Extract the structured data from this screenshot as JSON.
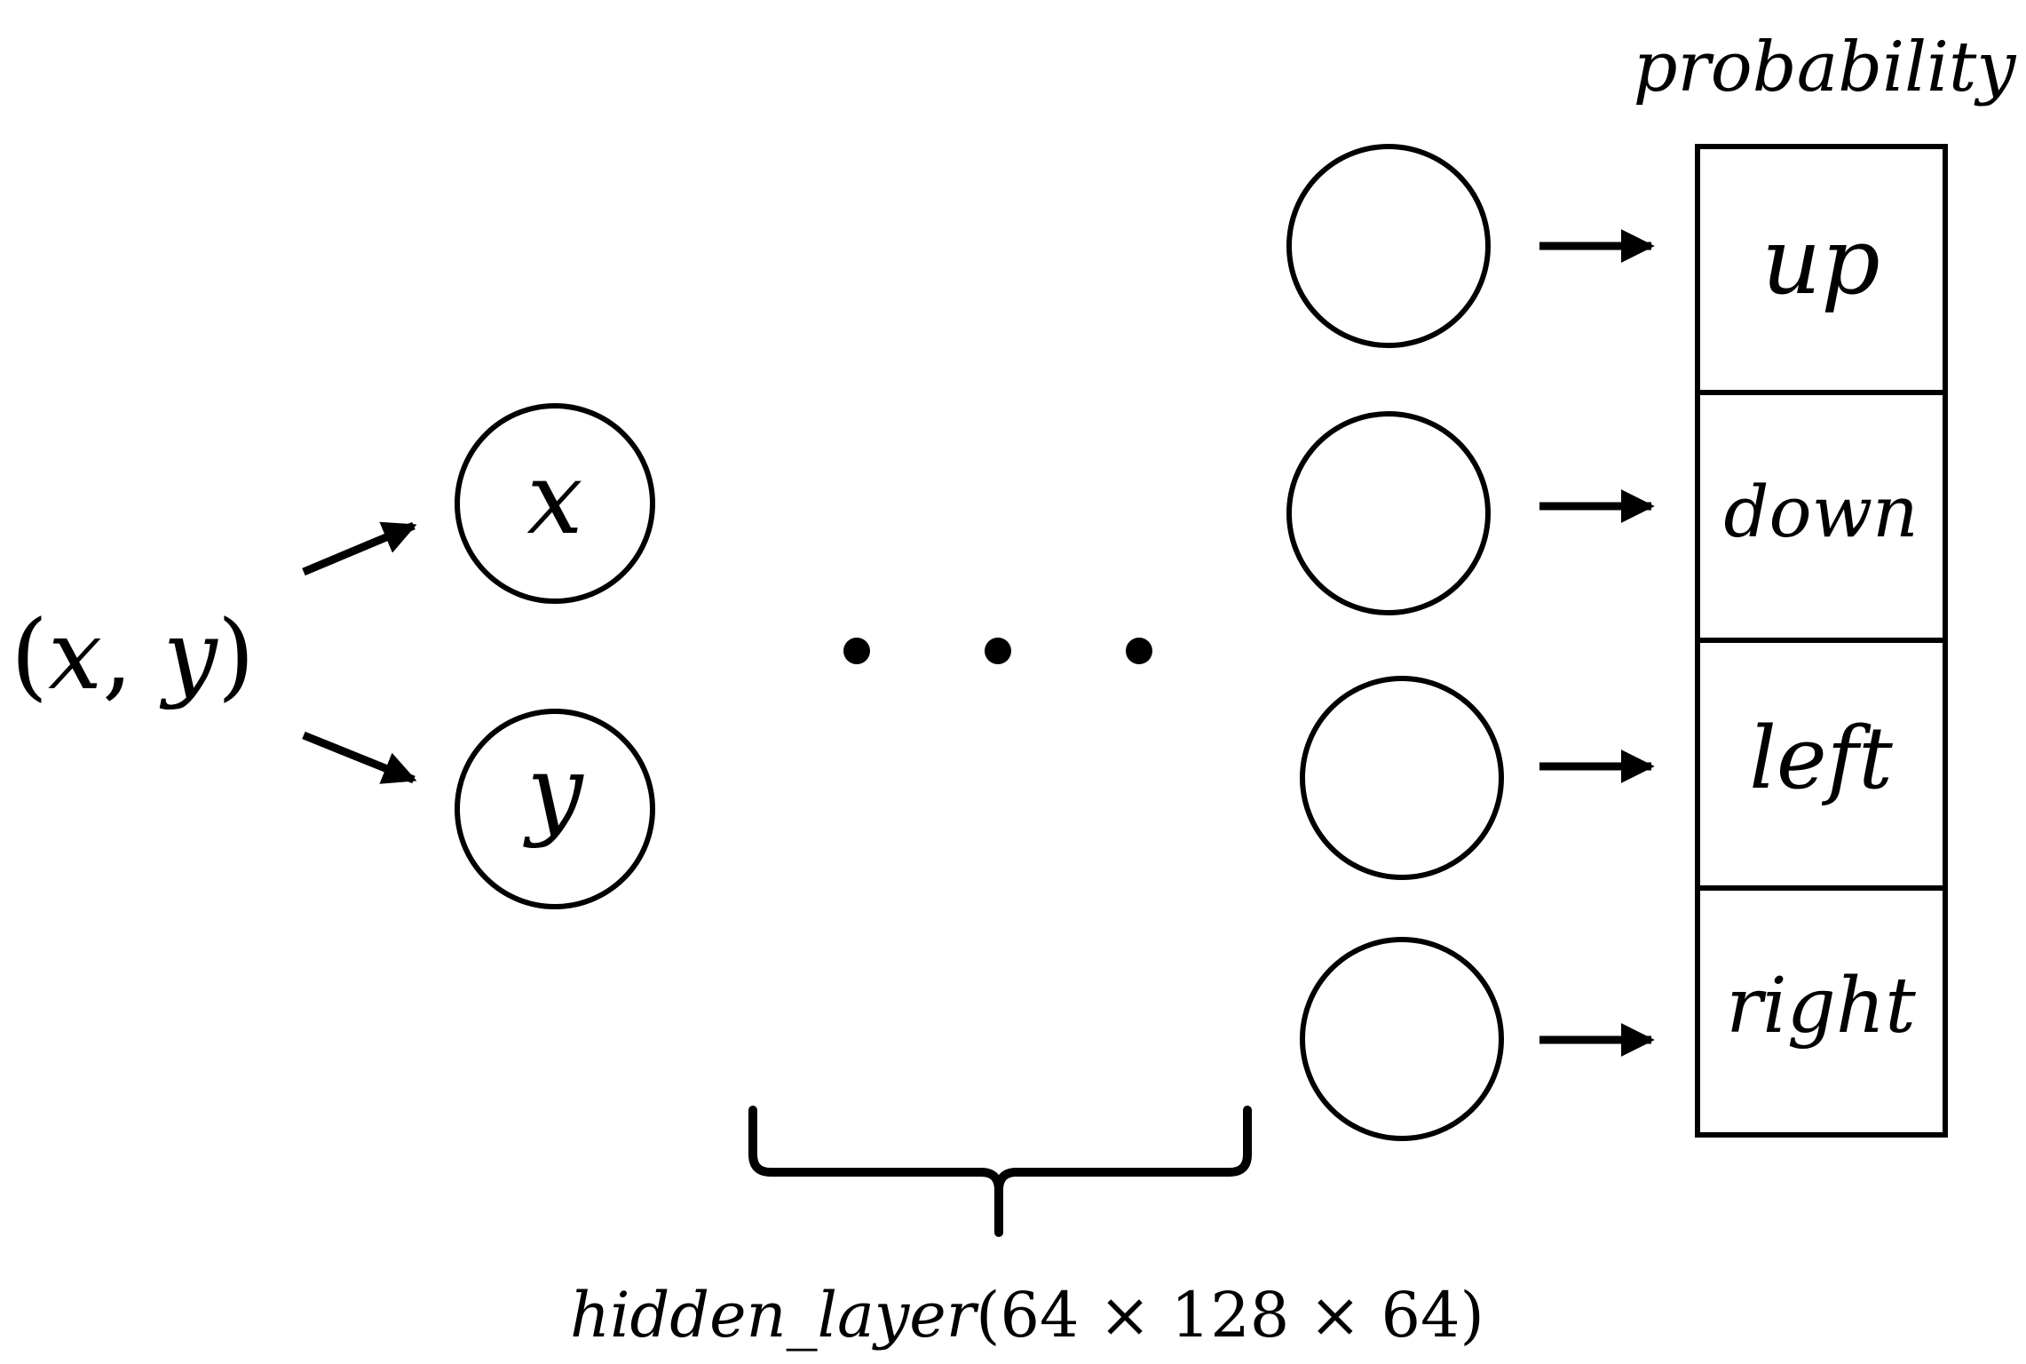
{
  "diagram": {
    "input_label": {
      "prefix": "(",
      "x": "x",
      "comma": ", ",
      "y": "y",
      "suffix": ")"
    },
    "input_nodes": [
      {
        "label": "x"
      },
      {
        "label": "y"
      }
    ],
    "ellipsis": "· · ·",
    "hidden_layer_label": {
      "name": "hidden_layer",
      "dims": "(64 × 128 × 64)"
    },
    "output_header": "probability",
    "outputs": [
      {
        "label": "up"
      },
      {
        "label": "down"
      },
      {
        "label": "left"
      },
      {
        "label": "right"
      }
    ],
    "colors": {
      "stroke": "#000000",
      "background": "#ffffff"
    }
  }
}
